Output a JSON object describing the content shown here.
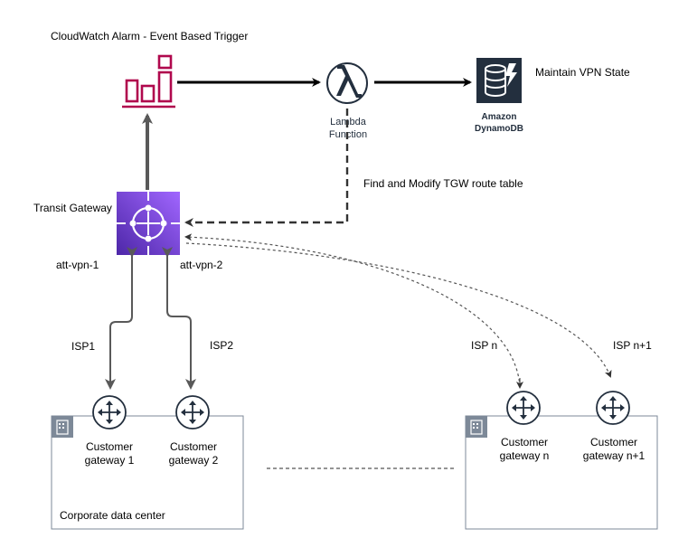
{
  "labels": {
    "cloudwatch_trigger": "CloudWatch Alarm - Event Based Trigger",
    "lambda_line1": "Lambda",
    "lambda_line2": "Function",
    "dynamodb_line1": "Amazon",
    "dynamodb_line2": "DynamoDB",
    "maintain_state": "Maintain VPN State",
    "modify_route": "Find and Modify TGW route table",
    "transit_gateway": "Transit Gateway",
    "att_vpn_1": "att-vpn-1",
    "att_vpn_2": "att-vpn-2",
    "isp1": "ISP1",
    "isp2": "ISP2",
    "ispn": "ISP n",
    "ispn1": "ISP n+1",
    "cgw1_line1": "Customer",
    "cgw1_line2": "gateway 1",
    "cgw2_line1": "Customer",
    "cgw2_line2": "gateway 2",
    "cgwn_line1": "Customer",
    "cgwn_line2": "gateway n",
    "cgwn1_line1": "Customer",
    "cgwn1_line2": "gateway n+1",
    "corp_dc": "Corporate data center"
  },
  "colors": {
    "cloudwatch": "#B0084D",
    "transit_gateway_top": "#945DF2",
    "transit_gateway_bottom": "#5A30B5",
    "dynamodb": "#232F3E",
    "container_border": "#7D8998",
    "arrow_dark": "#000000",
    "arrow_grey": "#595959"
  }
}
